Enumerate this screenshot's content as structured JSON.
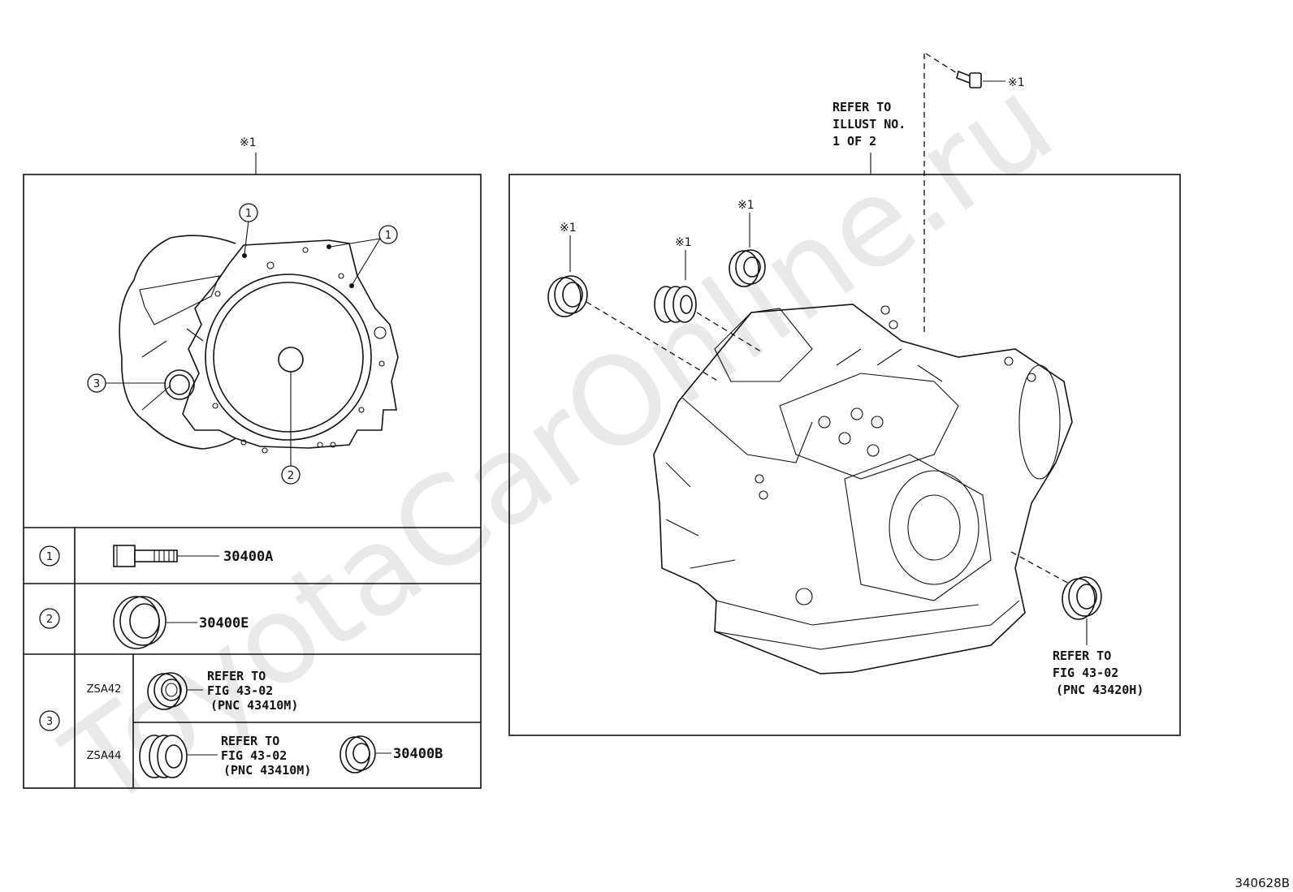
{
  "watermark": "ToyotaCarOnline.ru",
  "drawing_number": "340628B",
  "left_panel": {
    "note_mark": "※1",
    "callouts": {
      "c1": "1",
      "c2": "2",
      "c3": "3"
    },
    "legend": {
      "row1": {
        "index": "1",
        "part": "30400A"
      },
      "row2": {
        "index": "2",
        "part": "30400E"
      },
      "row3": {
        "index": "3",
        "zsa42": {
          "model": "ZSA42",
          "ref_line1": "REFER TO",
          "ref_line2": "FIG 43-02",
          "ref_line3": "(PNC 43410M)"
        },
        "zsa44": {
          "model": "ZSA44",
          "ref_line1": "REFER TO",
          "ref_line2": "FIG 43-02",
          "ref_line3": "(PNC 43410M)",
          "part": "30400B"
        }
      }
    }
  },
  "right_panel": {
    "refer_line1": "REFER TO",
    "refer_line2": "ILLUST NO.",
    "refer_line3": "1 OF 2",
    "bolt_mark": "※1",
    "seal_a_mark": "※1",
    "seal_b_mark": "※1",
    "seal_c_mark": "※1",
    "right_ref_line1": "REFER TO",
    "right_ref_line2": "FIG 43-02",
    "right_ref_line3": "(PNC 43420H)"
  }
}
